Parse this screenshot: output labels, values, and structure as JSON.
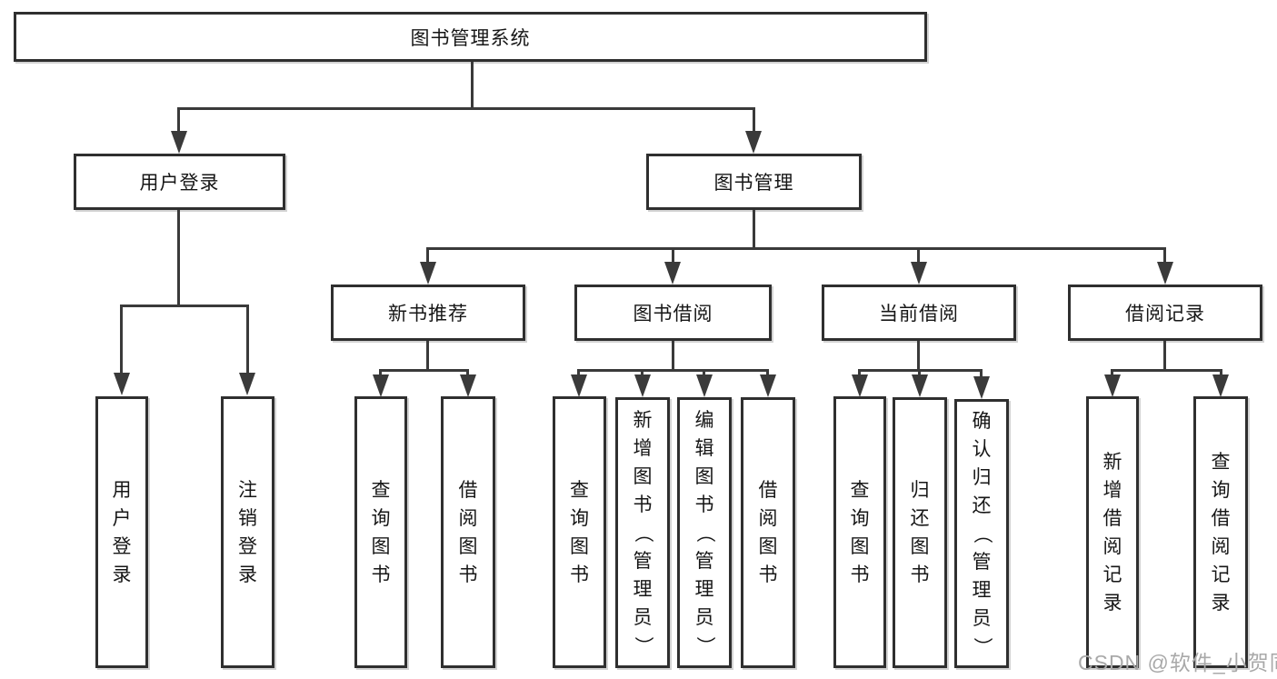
{
  "diagram": {
    "type": "hierarchy-tree",
    "root": {
      "label": "图书管理系统",
      "children": [
        {
          "label": "用户登录",
          "children": [
            {
              "label": "用户登录"
            },
            {
              "label": "注销登录"
            }
          ]
        },
        {
          "label": "图书管理",
          "children": [
            {
              "label": "新书推荐",
              "children": [
                {
                  "label": "查询图书"
                },
                {
                  "label": "借阅图书"
                }
              ]
            },
            {
              "label": "图书借阅",
              "children": [
                {
                  "label": "查询图书"
                },
                {
                  "label": "新增图书（管理员）"
                },
                {
                  "label": "编辑图书（管理员）"
                },
                {
                  "label": "借阅图书"
                }
              ]
            },
            {
              "label": "当前借阅",
              "children": [
                {
                  "label": "查询图书"
                },
                {
                  "label": "归还图书"
                },
                {
                  "label": "确认归还（管理员）"
                }
              ]
            },
            {
              "label": "借阅记录",
              "children": [
                {
                  "label": "新增借阅记录"
                },
                {
                  "label": "查询借阅记录"
                }
              ]
            }
          ]
        }
      ]
    }
  },
  "watermark": {
    "text": "CSDN @软件_小贺同学"
  },
  "colors": {
    "line": "#3a3a3a",
    "box_border": "#2f2f2f",
    "text": "#161616",
    "watermark_color": "#a9a9a9",
    "background": "#ffffff"
  }
}
